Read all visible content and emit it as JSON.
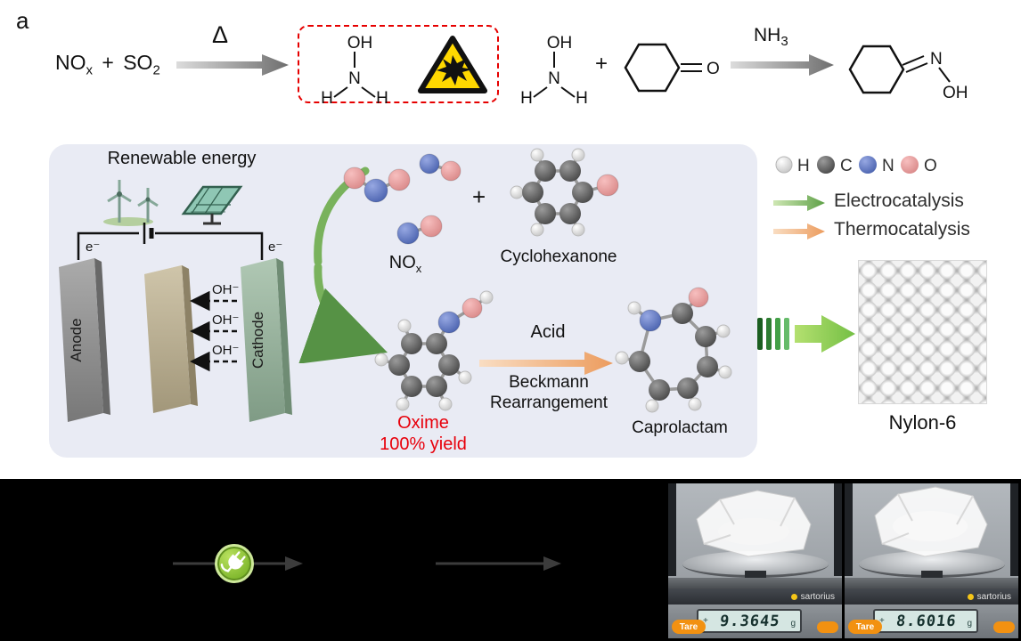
{
  "panel": {
    "label": "a"
  },
  "rxn1": {
    "nox_base": "NO",
    "nox_sub": "x",
    "plus": "+",
    "so2_base": "SO",
    "so2_sub": "2",
    "delta": "Δ"
  },
  "ha": {
    "oh": "OH",
    "n": "N",
    "h1": "H",
    "h2": "H"
  },
  "rxn2": {
    "plus": "+",
    "ketone_o": "O",
    "nh3_base": "NH",
    "nh3_sub": "3",
    "oxime_n": "N",
    "oxime_oh": "OH"
  },
  "cell": {
    "renewable": "Renewable energy",
    "e_left": "e⁻",
    "e_right": "e⁻",
    "anode": "Anode",
    "cathode": "Cathode",
    "oh": "OH⁻"
  },
  "scheme": {
    "nox_base": "NO",
    "nox_sub": "x",
    "plus": "+",
    "cyclohexanone": "Cyclohexanone",
    "oxime": "Oxime",
    "yield": "100% yield",
    "acid": "Acid",
    "beckmann": "Beckmann",
    "rearrangement": "Rearrangement",
    "caprolactam": "Caprolactam",
    "nylon": "Nylon-6"
  },
  "legend": {
    "h": "H",
    "c": "C",
    "n": "N",
    "o": "O",
    "electro": "Electrocatalysis",
    "thermo": "Thermocatalysis"
  },
  "balances": [
    {
      "sign": "+",
      "reading": "9.3645",
      "unit": "g",
      "tare": "Tare",
      "brand": "sartorius"
    },
    {
      "sign": "+",
      "reading": "8.6016",
      "unit": "g",
      "tare": "Tare",
      "brand": "sartorius"
    }
  ],
  "colors": {
    "warning_red": "#e8000b",
    "electro_green": "#6aa84f",
    "thermo_orange": "#ec9c5e",
    "tare_orange": "#f29111",
    "panel_lavender": "#e9ebf4"
  }
}
